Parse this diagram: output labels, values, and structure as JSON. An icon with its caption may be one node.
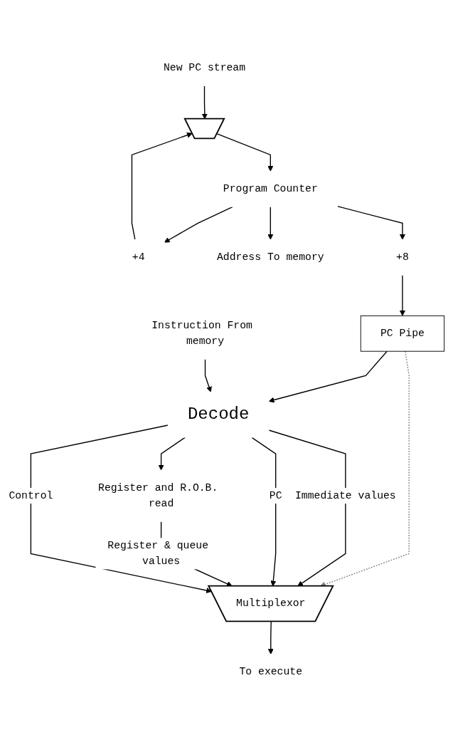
{
  "diagram": {
    "nodes": [
      {
        "text": [
          "New PC stream"
        ]
      },
      {
        "text": [],
        "shape": "trapezoid"
      },
      {
        "text": [
          "Program Counter"
        ]
      },
      {
        "text": [
          "+4"
        ]
      },
      {
        "text": [
          "Address To memory"
        ]
      },
      {
        "text": [
          "+8"
        ]
      },
      {
        "text": [
          "PC Pipe"
        ]
      },
      {
        "text": [
          "Instruction From memory"
        ]
      },
      {
        "text": [
          "Decode"
        ]
      },
      {
        "text": [
          "Register and R.O.B. read"
        ]
      },
      {
        "text": [
          "Multiplexor"
        ]
      },
      {
        "text": [
          "To execute"
        ]
      }
    ],
    "edges": [
      {
        "from": 0,
        "to": 1,
        "arrow": "to"
      },
      {
        "from": 3,
        "to": 1,
        "arrow": "to"
      },
      {
        "from": 1,
        "to": 2,
        "arrow": "to"
      },
      {
        "from": 2,
        "to": 3,
        "arrow": "to"
      },
      {
        "from": 2,
        "to": 4,
        "arrow": "to"
      },
      {
        "from": 2,
        "to": 5,
        "arrow": "to"
      },
      {
        "from": 5,
        "to": 6,
        "arrow": "to"
      },
      {
        "from": 6,
        "to": 8,
        "arrow": "to"
      },
      {
        "from": 7,
        "to": 8,
        "arrow": "to"
      },
      {
        "from": 6,
        "to": 10,
        "arrow": "to",
        "style": "dashed",
        "color": "#808080"
      },
      {
        "from": 8,
        "to": 10,
        "arrow": "to",
        "label": "Immediate values"
      },
      {
        "from": 8,
        "to": 10,
        "arrow": "to",
        "label": "PC"
      },
      {
        "from": 8,
        "to": 9,
        "arrow": "to"
      },
      {
        "from": 9,
        "to": 10,
        "arrow": "to",
        "label": "Register & queue values"
      },
      {
        "from": 8,
        "to": 10,
        "arrow": "to",
        "label": "Control"
      },
      {
        "from": 10,
        "to": 11,
        "arrow": "to"
      }
    ]
  }
}
